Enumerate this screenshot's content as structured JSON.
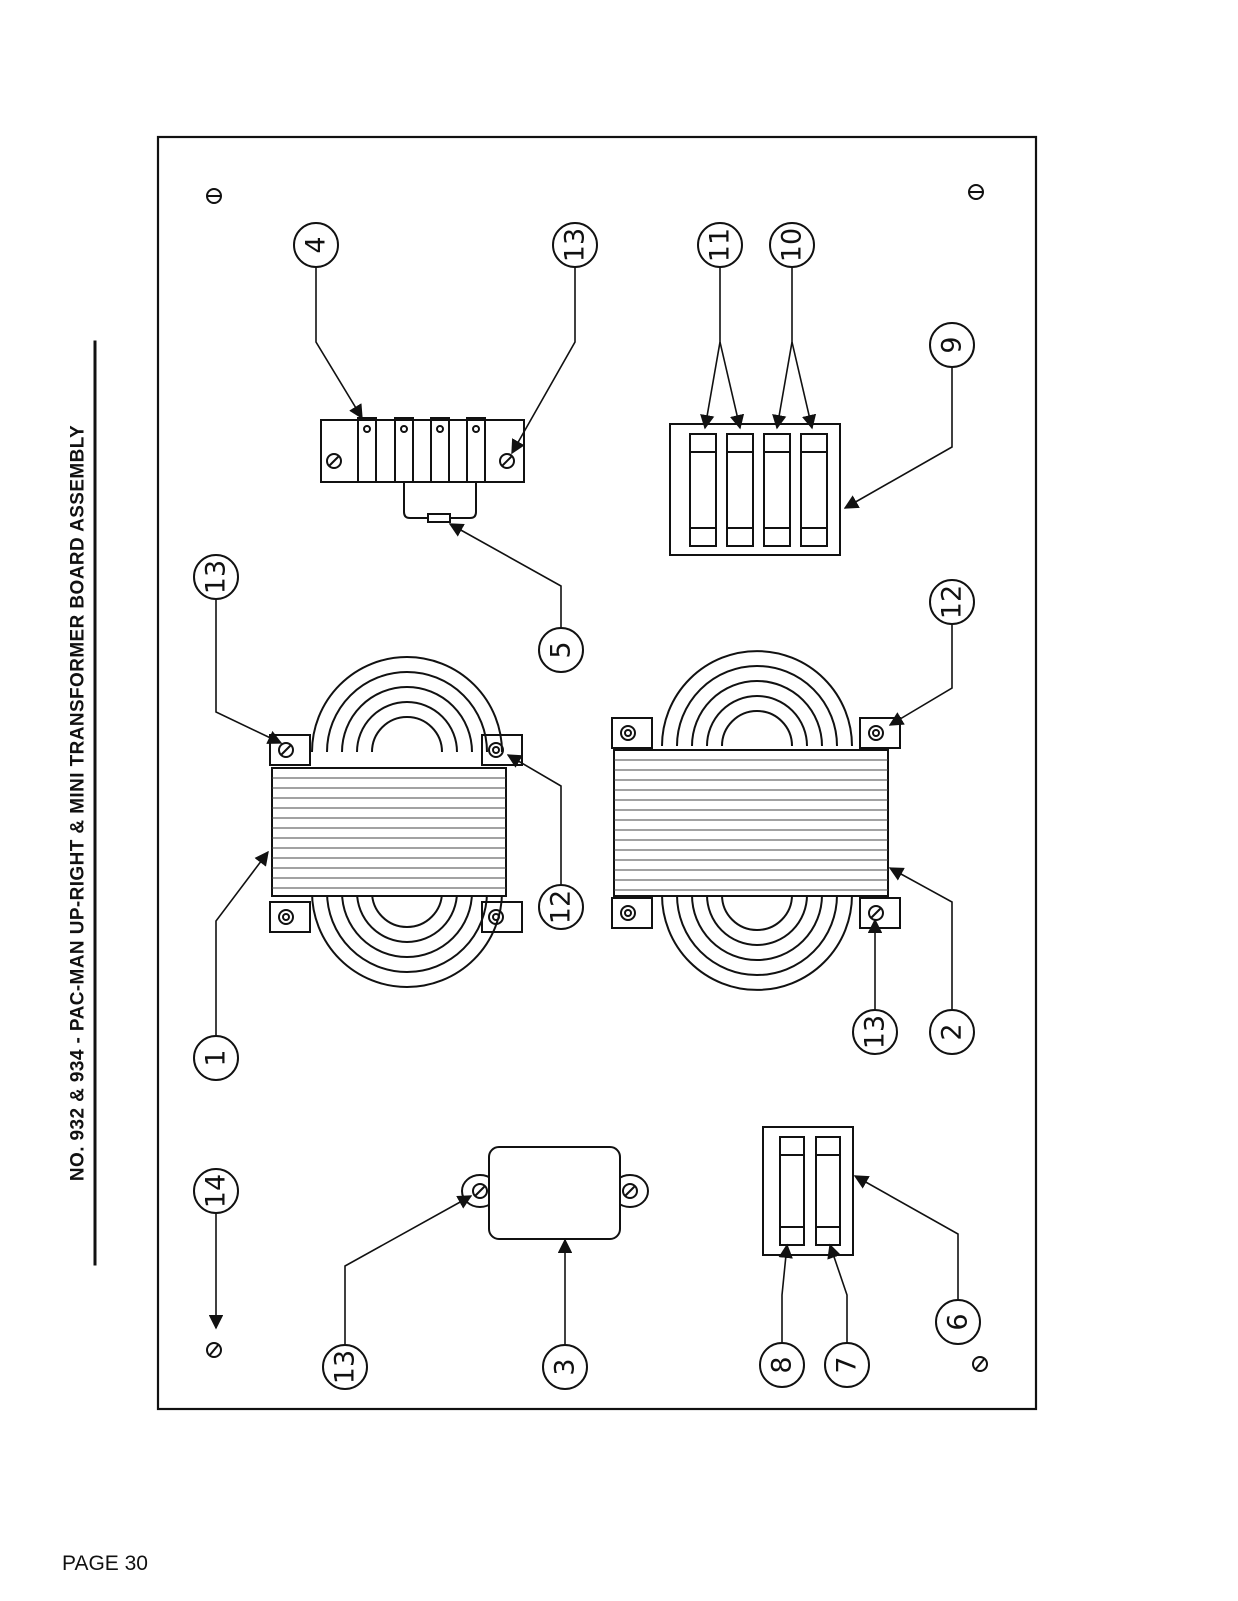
{
  "document": {
    "title": "NO. 932 & 934 - PAC-MAN UP-RIGHT & MINI TRANSFORMER BOARD ASSEMBLY",
    "page_label": "PAGE 30"
  },
  "callouts": [
    "1",
    "2",
    "3",
    "4",
    "5",
    "6",
    "7",
    "8",
    "9",
    "10",
    "11",
    "12",
    "13",
    "14"
  ]
}
